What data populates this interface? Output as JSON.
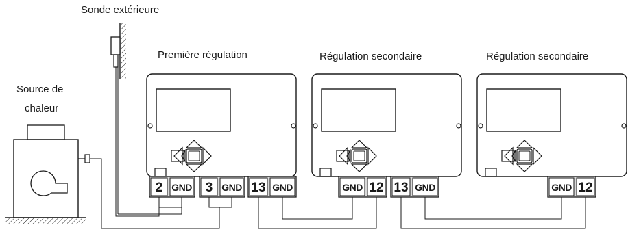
{
  "labels": {
    "outdoor_sensor": "Sonde extérieure",
    "heat_source_line1": "Source de",
    "heat_source_line2": "chaleur",
    "first_controller": "Première régulation",
    "secondary_controller_1": "Régulation secondaire",
    "secondary_controller_2": "Régulation secondaire"
  },
  "terminals": {
    "first": [
      {
        "label": "2"
      },
      {
        "label": "GND"
      },
      {
        "label": "3"
      },
      {
        "label": "GND"
      },
      {
        "label": "13"
      },
      {
        "label": "GND"
      }
    ],
    "secondary_1": [
      {
        "label": "GND"
      },
      {
        "label": "12"
      },
      {
        "label": "13"
      },
      {
        "label": "GND"
      }
    ],
    "secondary_2": [
      {
        "label": "GND"
      },
      {
        "label": "12"
      }
    ]
  }
}
